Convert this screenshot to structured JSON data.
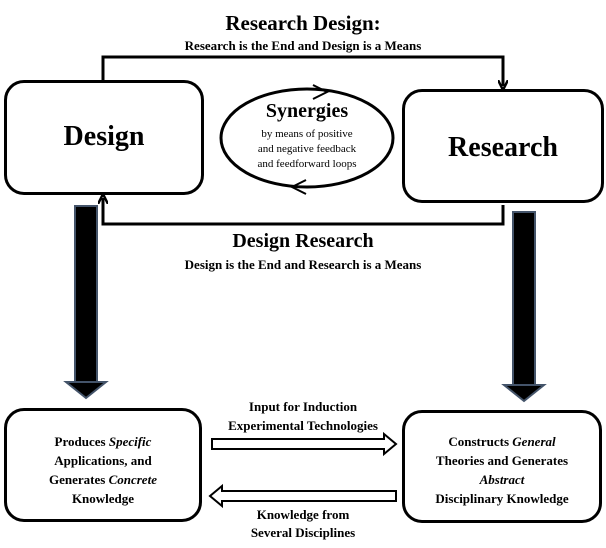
{
  "top_heading": {
    "title": "Research Design:",
    "subtitle": "Research is the End and Design is a Means"
  },
  "middle_heading": {
    "title": "Design Research",
    "subtitle": "Design is the End and Research is a Means"
  },
  "design_box": {
    "label": "Design"
  },
  "research_box": {
    "label": "Research"
  },
  "synergies": {
    "title": "Synergies",
    "line1": "by means of positive",
    "line2": "and negative feedback",
    "line3": "and feedforward loops"
  },
  "specific_box": {
    "line1_prefix": "Produces ",
    "line1_em": "Specific",
    "line2": "Applications, and",
    "line3_prefix": "Generates ",
    "line3_em": "Concrete",
    "line4": "Knowledge"
  },
  "general_box": {
    "line1_prefix": "Constructs ",
    "line1_em": "General",
    "line2": "Theories and  Generates",
    "line3_em": "Abstract",
    "line4": "Disciplinary  Knowledge"
  },
  "right_arrow_label": {
    "line1": "Input for Induction",
    "line2": "Experimental Technologies"
  },
  "left_arrow_label": {
    "line1": "Knowledge from",
    "line2": "Several Disciplines"
  }
}
